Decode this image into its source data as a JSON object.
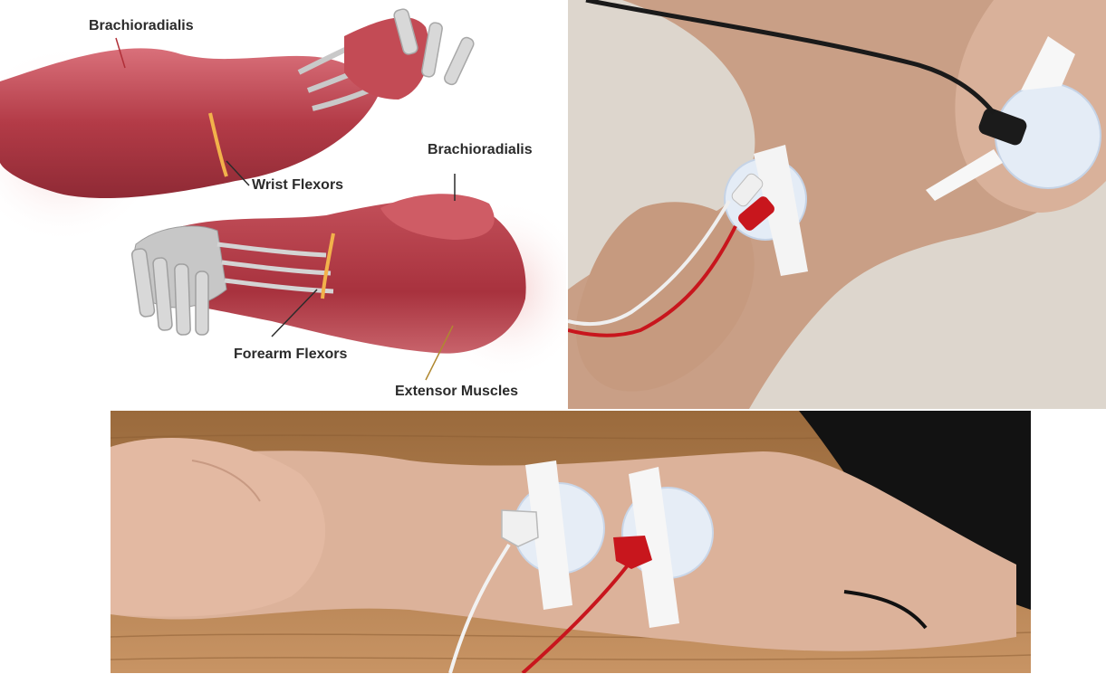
{
  "anatomy_illustration": {
    "labels": {
      "brachioradialis_top": "Brachioradialis",
      "wrist_flexors": "Wrist Flexors",
      "brachioradialis_right": "Brachioradialis",
      "forearm_flexors": "Forearm Flexors",
      "extensor_muscles": "Extensor Muscles"
    },
    "colors": {
      "muscle": "#b8404a",
      "muscle_light": "#d86f72",
      "tendon": "#dcdcdc",
      "highlight_band": "#f2b24b"
    }
  },
  "elbow_photo": {
    "colors": {
      "skin": "#d7a98a",
      "wall": "#d9d3cb",
      "black_cable": "#1a1a1a",
      "red_cable": "#c8161d",
      "white_cable": "#efefef"
    }
  },
  "forearm_photo": {
    "colors": {
      "skin": "#dcb29a",
      "table": "#b4804a",
      "sleeve": "#121212",
      "electrode_pad": "#e6edf6",
      "red_clip": "#c8161d"
    }
  }
}
